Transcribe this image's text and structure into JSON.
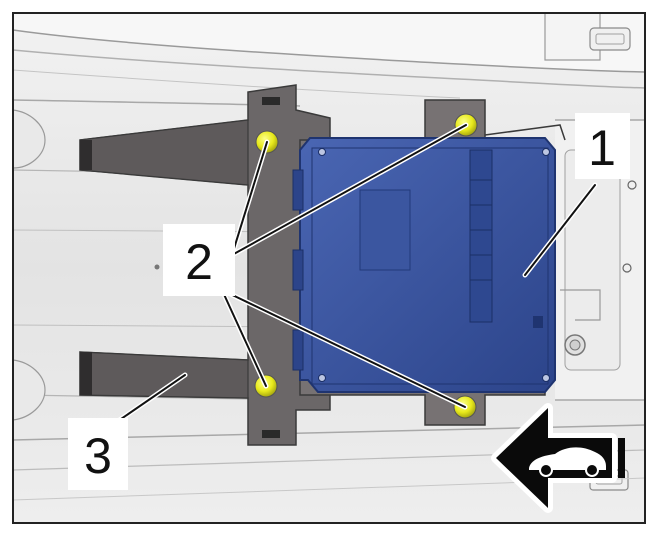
{
  "figure": {
    "callouts": [
      {
        "id": "callout-1",
        "text": "1"
      },
      {
        "id": "callout-2",
        "text": "2"
      },
      {
        "id": "callout-3",
        "text": "3"
      }
    ],
    "direction_indicator": {
      "icon": "car-icon",
      "meaning": "direction-of-travel"
    },
    "colors": {
      "module": "#3a56a0",
      "module_dark": "#1f3470",
      "bracket": "#6b6768",
      "bolt": "#e8ea1c",
      "panel": "#e6e6e6",
      "border": "#222222"
    }
  }
}
